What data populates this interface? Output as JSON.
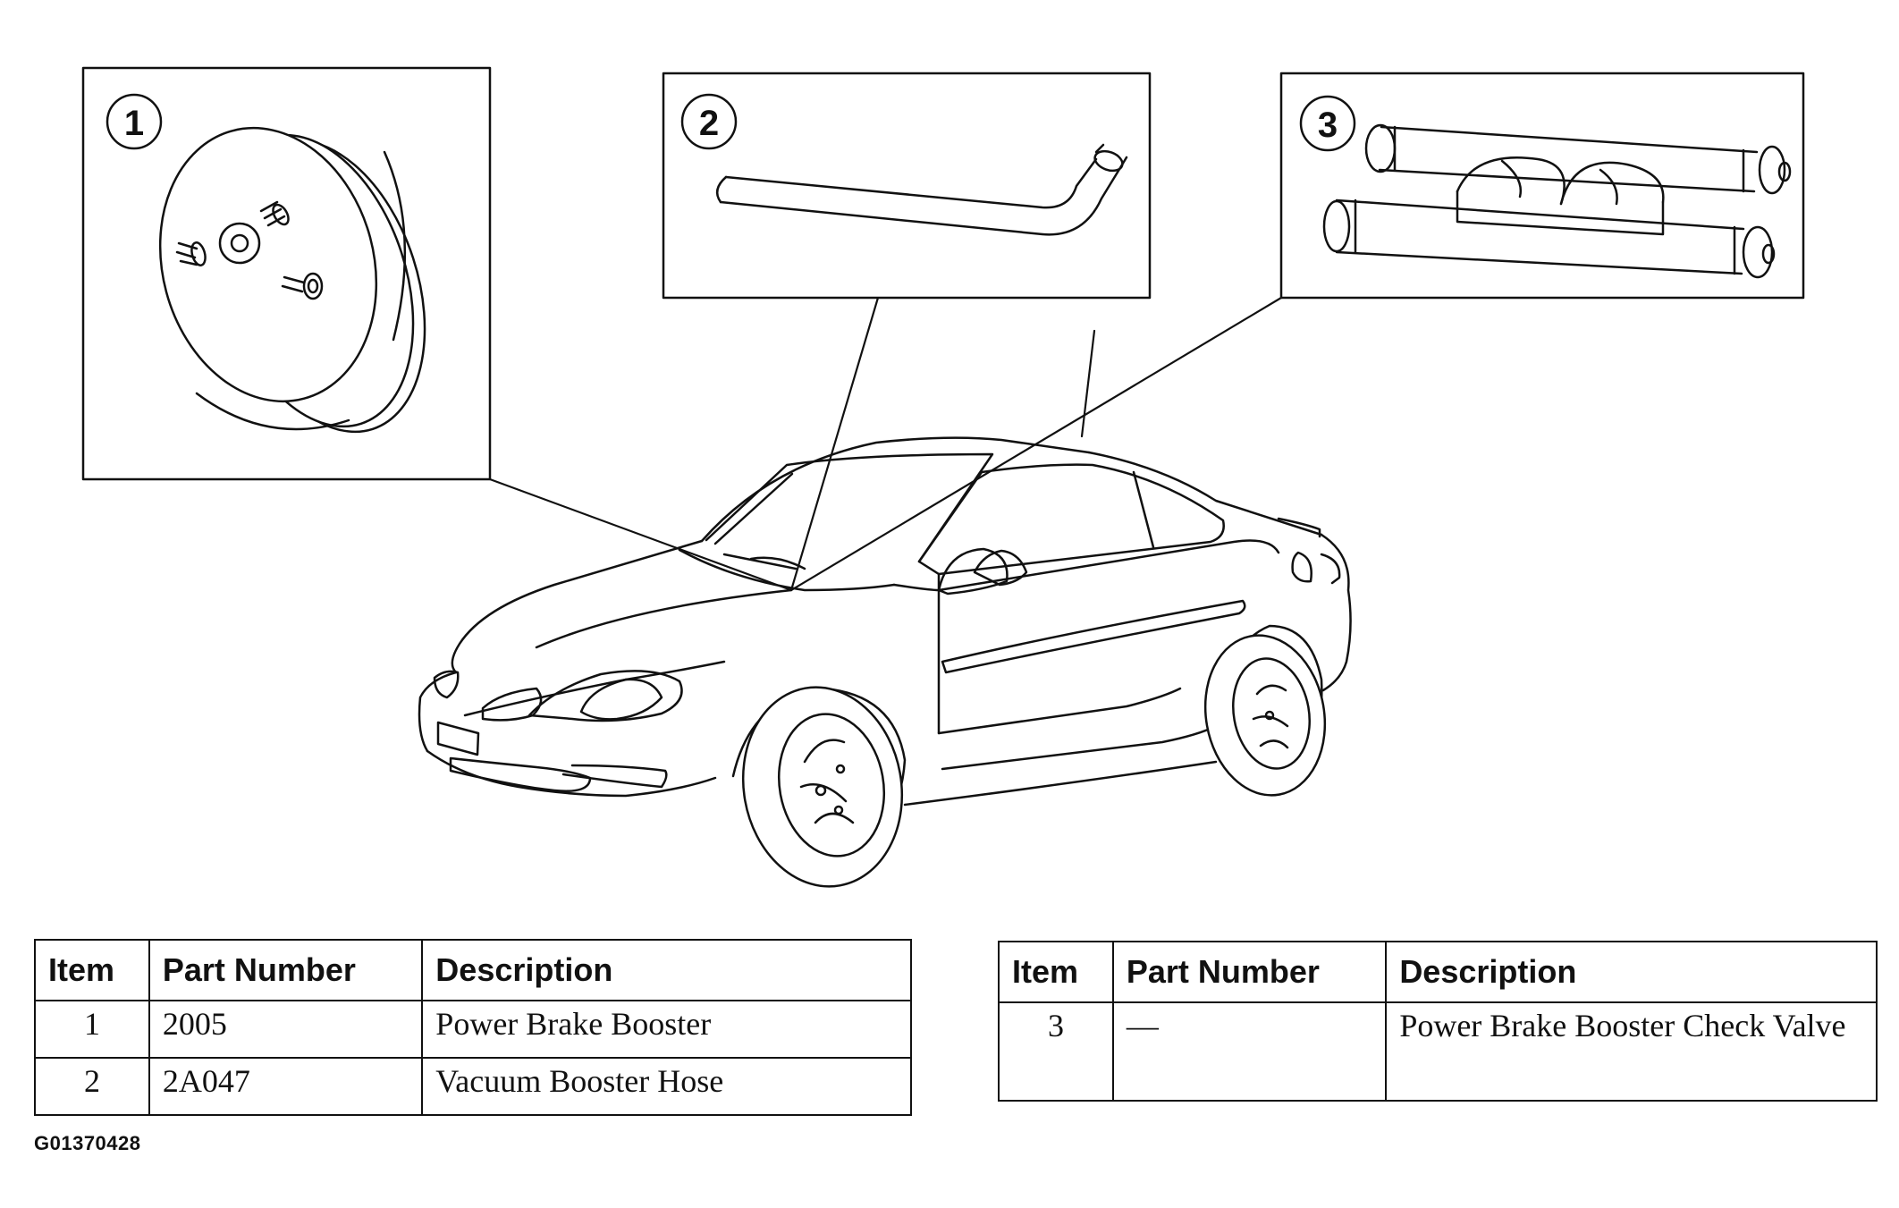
{
  "callouts": [
    {
      "number": "1",
      "name": "power-brake-booster"
    },
    {
      "number": "2",
      "name": "vacuum-booster-hose"
    },
    {
      "number": "3",
      "name": "power-brake-booster-check-valve"
    }
  ],
  "tables": [
    {
      "headers": {
        "item": "Item",
        "part_number": "Part Number",
        "description": "Description"
      },
      "rows": [
        {
          "item": "1",
          "part_number": "2005",
          "description": "Power Brake Booster"
        },
        {
          "item": "2",
          "part_number": "2A047",
          "description": "Vacuum Booster Hose"
        }
      ]
    },
    {
      "headers": {
        "item": "Item",
        "part_number": "Part Number",
        "description": "Description"
      },
      "rows": [
        {
          "item": "3",
          "part_number": "—",
          "description": "Power Brake Booster Check Valve"
        }
      ]
    }
  ],
  "figure_code": "G01370428",
  "colors": {
    "line": "#111111",
    "background": "#ffffff"
  }
}
